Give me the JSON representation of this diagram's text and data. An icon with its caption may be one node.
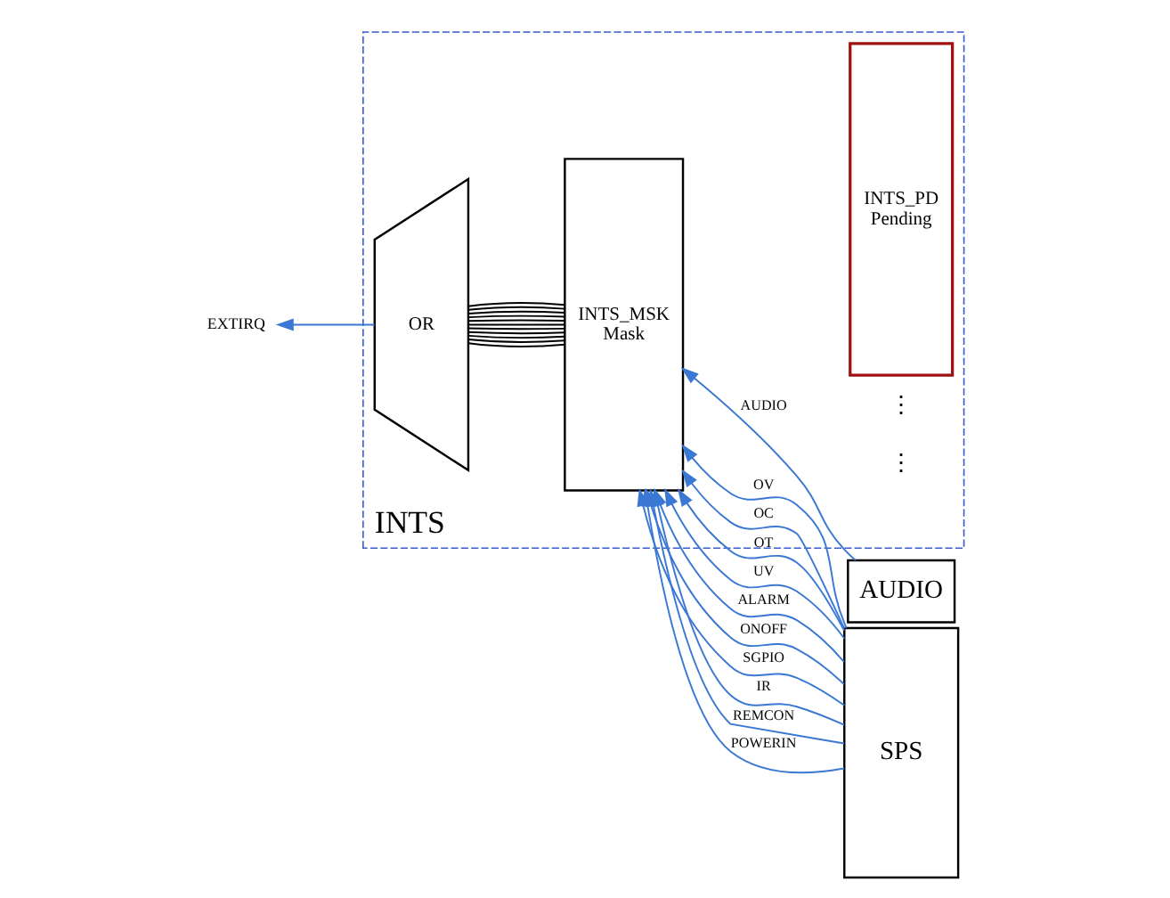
{
  "diagram": {
    "nodes": [
      {
        "text": [
          "INTS"
        ]
      },
      {
        "text": [
          "OR"
        ],
        "in": 0
      },
      {
        "text": [
          "INTS_MSK",
          "Mask"
        ],
        "in": 0
      },
      {
        "text": [
          "INTS_PD",
          "Pending"
        ],
        "in": 0
      },
      {
        "text": [
          "AUDIO"
        ]
      },
      {
        "text": [
          "SPS"
        ]
      },
      {
        "text": [
          "EXTIRQ"
        ]
      }
    ],
    "edges": [
      {
        "from": 1,
        "to": 6,
        "arrow": "to"
      },
      {
        "from": 4,
        "to": 2,
        "arrow": "to",
        "label": "AUDIO"
      },
      {
        "from": 5,
        "to": 2,
        "arrow": "to",
        "label": "OV"
      },
      {
        "from": 5,
        "to": 2,
        "arrow": "to",
        "label": "OC"
      },
      {
        "from": 5,
        "to": 2,
        "arrow": "to",
        "label": "OT"
      },
      {
        "from": 5,
        "to": 2,
        "arrow": "to",
        "label": "UV"
      },
      {
        "from": 5,
        "to": 2,
        "arrow": "to",
        "label": "ALARM"
      },
      {
        "from": 5,
        "to": 2,
        "arrow": "to",
        "label": "ONOFF"
      },
      {
        "from": 5,
        "to": 2,
        "arrow": "to",
        "label": "SGPIO"
      },
      {
        "from": 5,
        "to": 2,
        "arrow": "to",
        "label": "IR"
      },
      {
        "from": 5,
        "to": 2,
        "arrow": "to",
        "label": "REMCON"
      },
      {
        "from": 5,
        "to": 2,
        "arrow": "to",
        "label": "POWERIN"
      },
      {
        "from": 2,
        "to": 1,
        "arrow": "none",
        "color": "#000000"
      },
      {
        "from": 2,
        "to": 1,
        "arrow": "none",
        "color": "#000000"
      },
      {
        "from": 2,
        "to": 1,
        "arrow": "none",
        "color": "#000000"
      },
      {
        "from": 2,
        "to": 1,
        "arrow": "none",
        "color": "#000000"
      },
      {
        "from": 2,
        "to": 1,
        "arrow": "none",
        "color": "#000000"
      },
      {
        "from": 2,
        "to": 1,
        "arrow": "none",
        "color": "#000000"
      },
      {
        "from": 2,
        "to": 1,
        "arrow": "none",
        "color": "#000000"
      },
      {
        "from": 2,
        "to": 1,
        "arrow": "none",
        "color": "#000000"
      },
      {
        "from": 2,
        "to": 1,
        "arrow": "none",
        "color": "#000000"
      },
      {
        "from": 2,
        "to": 1,
        "arrow": "none",
        "color": "#000000"
      },
      {
        "from": 2,
        "to": 1,
        "arrow": "none",
        "color": "#000000"
      }
    ],
    "labels": [
      "⋮",
      "⋮"
    ]
  }
}
